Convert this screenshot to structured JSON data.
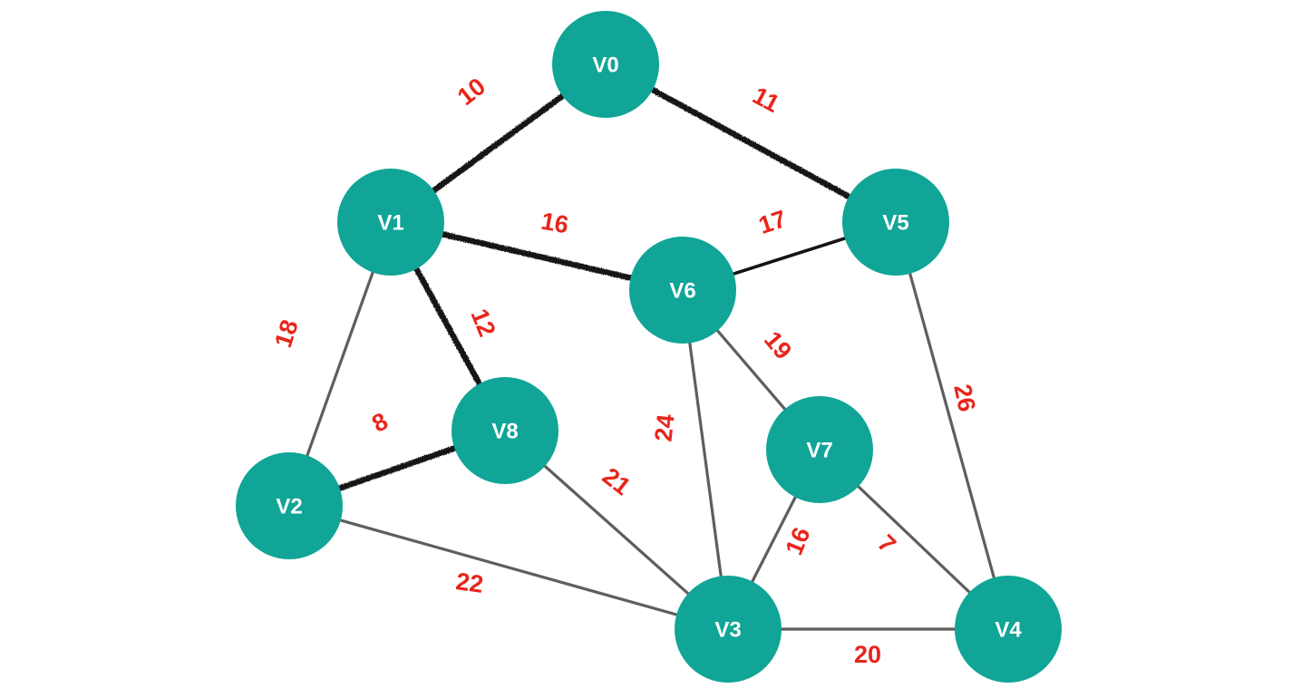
{
  "colors": {
    "node_fill": "#10a596",
    "edge_plain": "#5e5e5e",
    "edge_bold": "#141414",
    "weight_text": "#e8251b"
  },
  "nodes": [
    {
      "id": "V0",
      "label": "V0"
    },
    {
      "id": "V1",
      "label": "V1"
    },
    {
      "id": "V2",
      "label": "V2"
    },
    {
      "id": "V3",
      "label": "V3"
    },
    {
      "id": "V4",
      "label": "V4"
    },
    {
      "id": "V5",
      "label": "V5"
    },
    {
      "id": "V6",
      "label": "V6"
    },
    {
      "id": "V7",
      "label": "V7"
    },
    {
      "id": "V8",
      "label": "V8"
    }
  ],
  "edges": [
    {
      "from": "V0",
      "to": "V1",
      "weight": "10",
      "style": "rough"
    },
    {
      "from": "V0",
      "to": "V5",
      "weight": "11",
      "style": "rough"
    },
    {
      "from": "V1",
      "to": "V6",
      "weight": "16",
      "style": "rough"
    },
    {
      "from": "V1",
      "to": "V8",
      "weight": "12",
      "style": "rough"
    },
    {
      "from": "V8",
      "to": "V2",
      "weight": "8",
      "style": "rough"
    },
    {
      "from": "V5",
      "to": "V6",
      "weight": "17",
      "style": "dark"
    },
    {
      "from": "V1",
      "to": "V2",
      "weight": "18",
      "style": "plain"
    },
    {
      "from": "V6",
      "to": "V7",
      "weight": "19",
      "style": "plain"
    },
    {
      "from": "V6",
      "to": "V3",
      "weight": "24",
      "style": "plain"
    },
    {
      "from": "V5",
      "to": "V4",
      "weight": "26",
      "style": "plain"
    },
    {
      "from": "V8",
      "to": "V3",
      "weight": "21",
      "style": "plain"
    },
    {
      "from": "V2",
      "to": "V3",
      "weight": "22",
      "style": "plain"
    },
    {
      "from": "V7",
      "to": "V3",
      "weight": "16",
      "style": "plain"
    },
    {
      "from": "V7",
      "to": "V4",
      "weight": "7",
      "style": "plain"
    },
    {
      "from": "V3",
      "to": "V4",
      "weight": "20",
      "style": "plain"
    }
  ]
}
